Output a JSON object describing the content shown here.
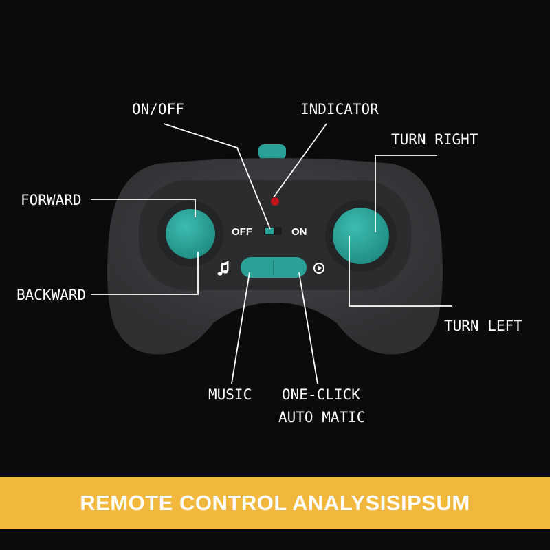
{
  "colors": {
    "background": "#0b0b0b",
    "controller_body": "#3a3b3d",
    "controller_panel": "#2b2c2e",
    "button_teal": "#2aa197",
    "indicator_red": "#c0141a",
    "banner": "#f2b73d",
    "text": "#ffffff"
  },
  "callouts": {
    "on_off": "ON/OFF",
    "indicator": "INDICATOR",
    "turn_right": "TURN RIGHT",
    "forward": "FORWARD",
    "backward": "BACKWARD",
    "turn_left": "TURN LEFT",
    "music": "MUSIC",
    "one_click_line1": "ONE-CLICK",
    "one_click_line2": "AUTO MATIC"
  },
  "device_labels": {
    "off": "OFF",
    "on": "ON"
  },
  "icons": {
    "music": "music-note-icon",
    "auto": "play-circle-icon"
  },
  "banner": {
    "title": "REMOTE CONTROL ANALYSISIPSUM"
  }
}
